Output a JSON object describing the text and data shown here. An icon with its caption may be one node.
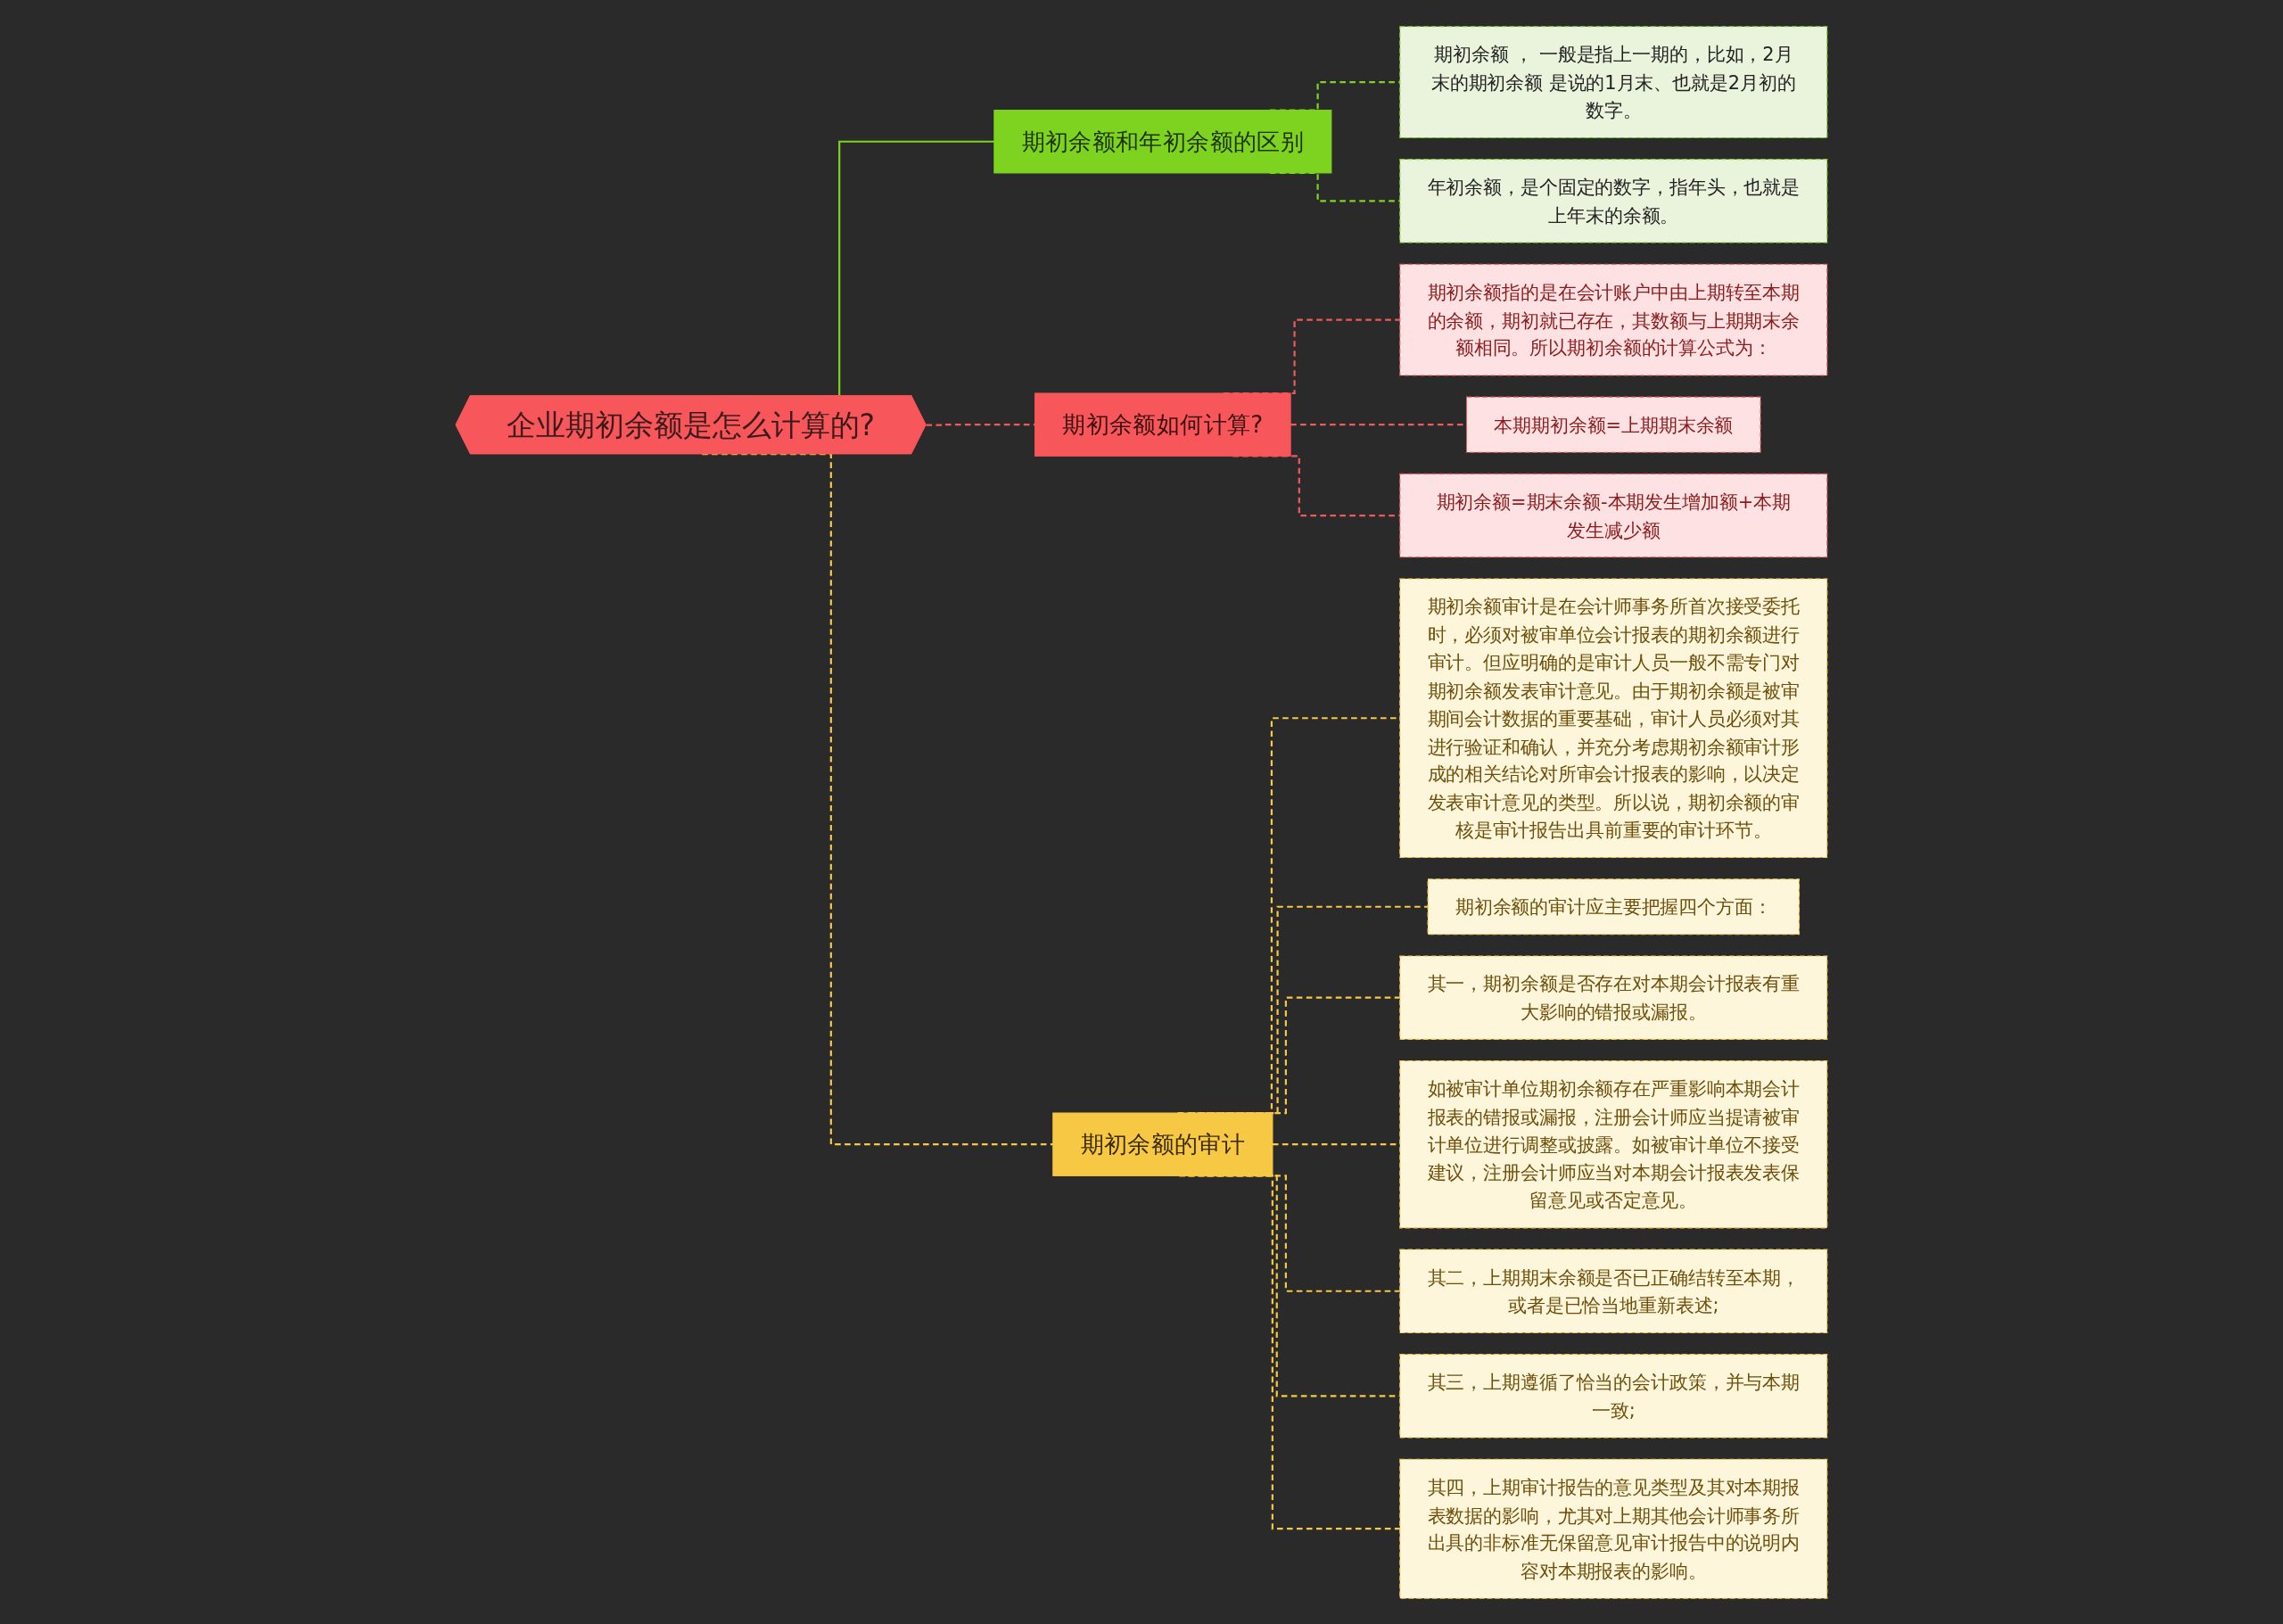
{
  "diagram": {
    "nodes": [
      {
        "text": [
          "企业期初余额是怎么计算的?"
        ]
      },
      {
        "text": [
          "期初余额和年初余额的区别"
        ]
      },
      {
        "text": [
          "期初余额 ， 一般是指上一期的，比如，2月末的期初余额 是说的1月末、也就是2月初的数字。"
        ]
      },
      {
        "text": [
          "年初余额，是个固定的数字，指年头，也就是上年末的余额。"
        ]
      },
      {
        "text": [
          "期初余额如何计算?"
        ]
      },
      {
        "text": [
          "期初余额指的是在会计账户中由上期转至本期的余额，期初就已存在，其数额与上期期末余额相同。所以期初余额的计算公式为："
        ]
      },
      {
        "text": [
          "本期期初余额=上期期末余额"
        ]
      },
      {
        "text": [
          "期初余额=期末余额-本期发生增加额+本期发生减少额"
        ]
      },
      {
        "text": [
          "期初余额的审计"
        ]
      },
      {
        "text": [
          "期初余额审计是在会计师事务所首次接受委托时，必须对被审单位会计报表的期初余额进行审计。但应明确的是审计人员一般不需专门对期初余额发表审计意见。由于期初余额是被审期间会计数据的重要基础，审计人员必须对其进行验证和确认，并充分考虑期初余额审计形成的相关结论对所审会计报表的影响，以决定发表审计意见的类型。所以说，期初余额的审核是审计报告出具前重要的审计环节。"
        ]
      },
      {
        "text": [
          "期初余额的审计应主要把握四个方面："
        ]
      },
      {
        "text": [
          "其一，期初余额是否存在对本期会计报表有重大影响的错报或漏报。"
        ]
      },
      {
        "text": [
          "如被审计单位期初余额存在严重影响本期会计报表的错报或漏报，注册会计师应当提请被审计单位进行调整或披露。如被审计单位不接受建议，注册会计师应当对本期会计报表发表保留意见或否定意见。"
        ]
      },
      {
        "text": [
          "其二，上期期末余额是否已正确结转至本期，或者是已恰当地重新表述;"
        ]
      },
      {
        "text": [
          "其三，上期遵循了恰当的会计政策，并与本期一致;"
        ]
      },
      {
        "text": [
          "其四，上期审计报告的意见类型及其对本期报表数据的影响，尤其对上期其他会计师事务所出具的非标准无保留意见审计报告中的说明内容对本期报表的影响。"
        ]
      }
    ],
    "edges": [
      {
        "from": 0,
        "to": 1,
        "arrow": "none",
        "color": "#7ed321"
      },
      {
        "from": 1,
        "to": 2,
        "arrow": "none",
        "style": "dashed",
        "color": "#7ed321"
      },
      {
        "from": 1,
        "to": 3,
        "arrow": "none",
        "style": "dashed",
        "color": "#7ed321"
      },
      {
        "from": 0,
        "to": 4,
        "arrow": "none",
        "style": "dashed",
        "color": "#f05a5a"
      },
      {
        "from": 4,
        "to": 5,
        "arrow": "none",
        "style": "dashed",
        "color": "#f05a5a"
      },
      {
        "from": 4,
        "to": 6,
        "arrow": "none",
        "style": "dashed",
        "color": "#f05a5a"
      },
      {
        "from": 4,
        "to": 7,
        "arrow": "none",
        "style": "dashed",
        "color": "#f05a5a"
      },
      {
        "from": 0,
        "to": 8,
        "arrow": "none",
        "style": "dashed"
      },
      {
        "from": 8,
        "to": 9,
        "arrow": "none",
        "style": "dashed"
      },
      {
        "from": 8,
        "to": 10,
        "arrow": "none",
        "style": "dashed"
      },
      {
        "from": 8,
        "to": 11,
        "arrow": "none",
        "style": "dashed"
      },
      {
        "from": 8,
        "to": 12,
        "arrow": "none",
        "style": "dashed"
      },
      {
        "from": 8,
        "to": 13,
        "arrow": "none",
        "style": "dashed"
      },
      {
        "from": 8,
        "to": 14,
        "arrow": "none",
        "style": "dashed"
      },
      {
        "from": 8,
        "to": 15,
        "arrow": "none",
        "style": "dashed"
      }
    ]
  }
}
